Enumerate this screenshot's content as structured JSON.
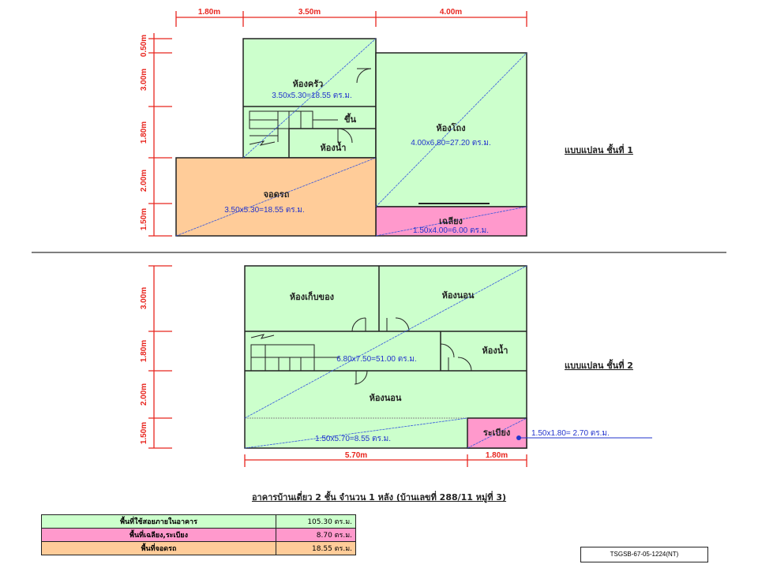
{
  "colors": {
    "room": "#ccffcc",
    "garage": "#ffcc99",
    "porch": "#ff99cc",
    "dim": "#e8261f",
    "area": "#2233cc"
  },
  "floor1": {
    "plan_label": "แบบแปลน  ชั้นที่ 1",
    "top_dims": [
      "1.80m",
      "3.50m",
      "4.00m"
    ],
    "left_dims": [
      "0.50m",
      "3.00m",
      "1.80m",
      "2.00m",
      "1.50m"
    ],
    "kitchen": {
      "name": "ห้องครัว",
      "area": "3.50x5.30=18.55 ตร.ม."
    },
    "hall": {
      "name": "ห้องโถง",
      "area": "4.00x6.80=27.20 ตร.ม."
    },
    "bathroom": {
      "name": "ห้องน้ำ"
    },
    "stairs_up": "ขึ้น",
    "garage": {
      "name": "จอดรถ",
      "area": "3.50x5.30=18.55 ตร.ม."
    },
    "porch": {
      "name": "เฉลียง",
      "area": "1.50x4.00=6.00 ตร.ม."
    }
  },
  "floor2": {
    "plan_label": "แบบแปลน  ชั้นที่ 2",
    "left_dims": [
      "3.00m",
      "1.80m",
      "2.00m",
      "1.50m"
    ],
    "bottom_dims": [
      "5.70m",
      "1.80m"
    ],
    "storage": {
      "name": "ห้องเก็บของ"
    },
    "bedroom1": {
      "name": "ห้องนอน"
    },
    "bedroom2": {
      "name": "ห้องนอน"
    },
    "bathroom": {
      "name": "ห้องน้ำ"
    },
    "total_area": "6.80x7.50=51.00 ตร.ม.",
    "lower_area": "1.50x5.70=8.55 ตร.ม.",
    "balcony": {
      "name": "ระเบียง",
      "area": "1.50x1.80= 2.70 ตร.ม."
    }
  },
  "title": "อาคารบ้านเดี่ยว 2 ชั้น จำนวน 1 หลัง (บ้านเลขที่ 288/11 หมู่ที่ 3)",
  "summary": [
    {
      "label": "พื้นที่ใช้สอยภายในอาคาร",
      "value": "105.30 ตร.ม."
    },
    {
      "label": "พื้นที่เฉลียง,ระเบียง",
      "value": "8.70 ตร.ม."
    },
    {
      "label": "พื้นที่จอดรถ",
      "value": "18.55 ตร.ม."
    }
  ],
  "code": "TSGSB-67-05-1224(NT)"
}
